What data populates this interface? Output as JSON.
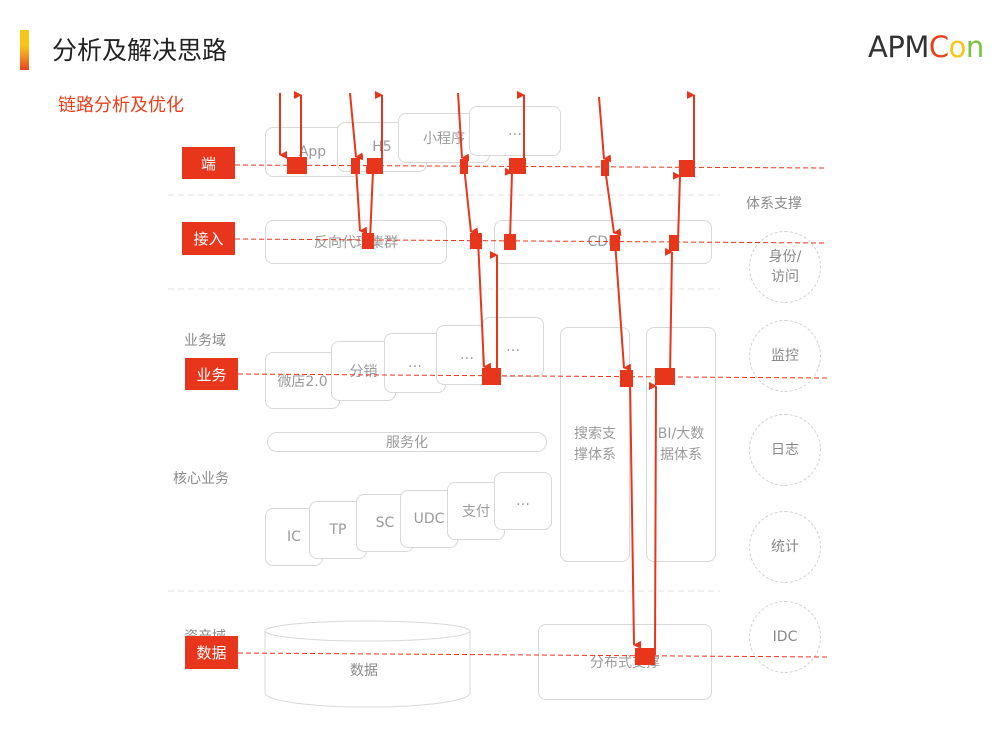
{
  "header": {
    "title": "分析及解决思路",
    "logo": {
      "apm": "APM",
      "c": "C",
      "o": "o",
      "n": "n"
    },
    "subtitle": "链路分析及优化"
  },
  "layers": {
    "duan": "端",
    "jieru": "接入",
    "yewu": "业务",
    "shuju": "数据",
    "yewu_domain": "业务域",
    "core_business": "核心业务",
    "asset_domain": "资产域"
  },
  "clients": [
    "App",
    "H5",
    "小程序",
    "…"
  ],
  "access": {
    "reverse_proxy": "反向代理集群",
    "cdn": "CDN"
  },
  "business": {
    "weidian": "微店2.0",
    "fenxiao": "分销",
    "more1": "…",
    "more2": "…",
    "more3": "…"
  },
  "service": "服务化",
  "core": [
    "IC",
    "TP",
    "SC",
    "UDC",
    "支付",
    "…"
  ],
  "platforms": {
    "search": "搜索支撑体系",
    "bi": "BI/大数据体系"
  },
  "data": {
    "db": "数据",
    "distributed": "分布式支撑"
  },
  "support": {
    "title": "体系支撑",
    "items": [
      "身份/访问",
      "监控",
      "日志",
      "统计",
      "IDC"
    ]
  },
  "colors": {
    "accent": "#e8361c",
    "line": "#e8361c",
    "border": "#d8d8d8"
  }
}
